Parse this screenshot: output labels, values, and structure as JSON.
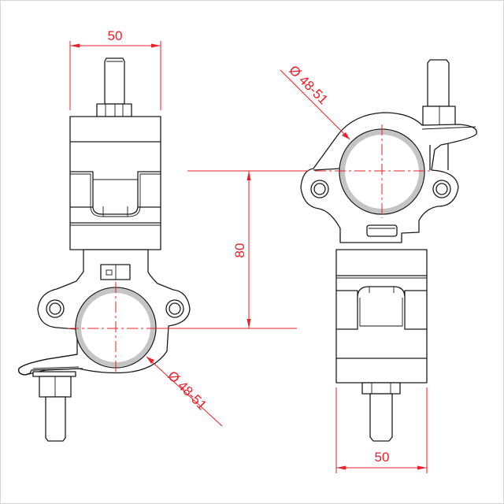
{
  "drawing": {
    "subject": "Swivel coupler clamp",
    "colors": {
      "outline": "#1a1a1a",
      "dimension": "#e8202a",
      "tube": "#c4c4c4",
      "border": "#d4d4d4"
    },
    "dimensions": {
      "left_top_width": "50",
      "right_bottom_width": "50",
      "center_distance": "80",
      "left_tube_diameter": "Ø 48-51",
      "right_tube_diameter": "Ø 48-51"
    },
    "views": [
      {
        "name": "left-view",
        "clamp_position": "bottom",
        "lever_side": "left"
      },
      {
        "name": "right-view",
        "clamp_position": "top",
        "lever_side": "right"
      }
    ]
  }
}
